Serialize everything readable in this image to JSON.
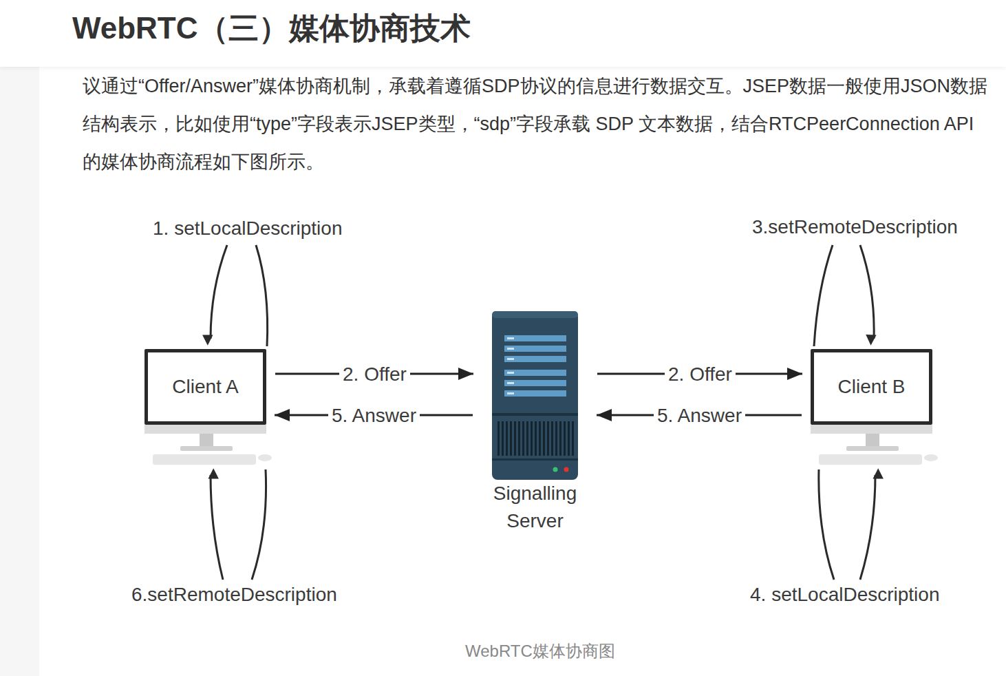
{
  "diagram": {
    "title": "WebRTC（三）媒体协商技术",
    "caption": "WebRTC媒体协商图",
    "nodes": [
      {
        "text": [
          "Client A"
        ]
      },
      {
        "text": [
          "Signalling Server"
        ]
      },
      {
        "text": [
          "Client B"
        ]
      }
    ],
    "edges": [
      {
        "from": 0,
        "to": 1,
        "label": "2. Offer",
        "arrow": "to"
      },
      {
        "from": 1,
        "to": 2,
        "label": "2. Offer",
        "arrow": "to"
      },
      {
        "from": 2,
        "to": 1,
        "label": "5. Answer",
        "arrow": "to"
      },
      {
        "from": 1,
        "to": 0,
        "label": "5. Answer",
        "arrow": "to"
      }
    ],
    "labels": [
      "议通过“Offer/Answer”媒体协商机制，承载着遵循SDP协议的信息进行数据交互。JSEP数据一般使用JSON数据结构表示，比如使用“type”字段表示JSEP类型，“sdp”字段承载 SDP 文本数据，结合RTCPeerConnection API 的媒体协商流程如下图所示。",
      "1. setLocalDescription",
      "3.setRemoteDescription",
      "6.setRemoteDescription",
      "4. setLocalDescription"
    ]
  }
}
